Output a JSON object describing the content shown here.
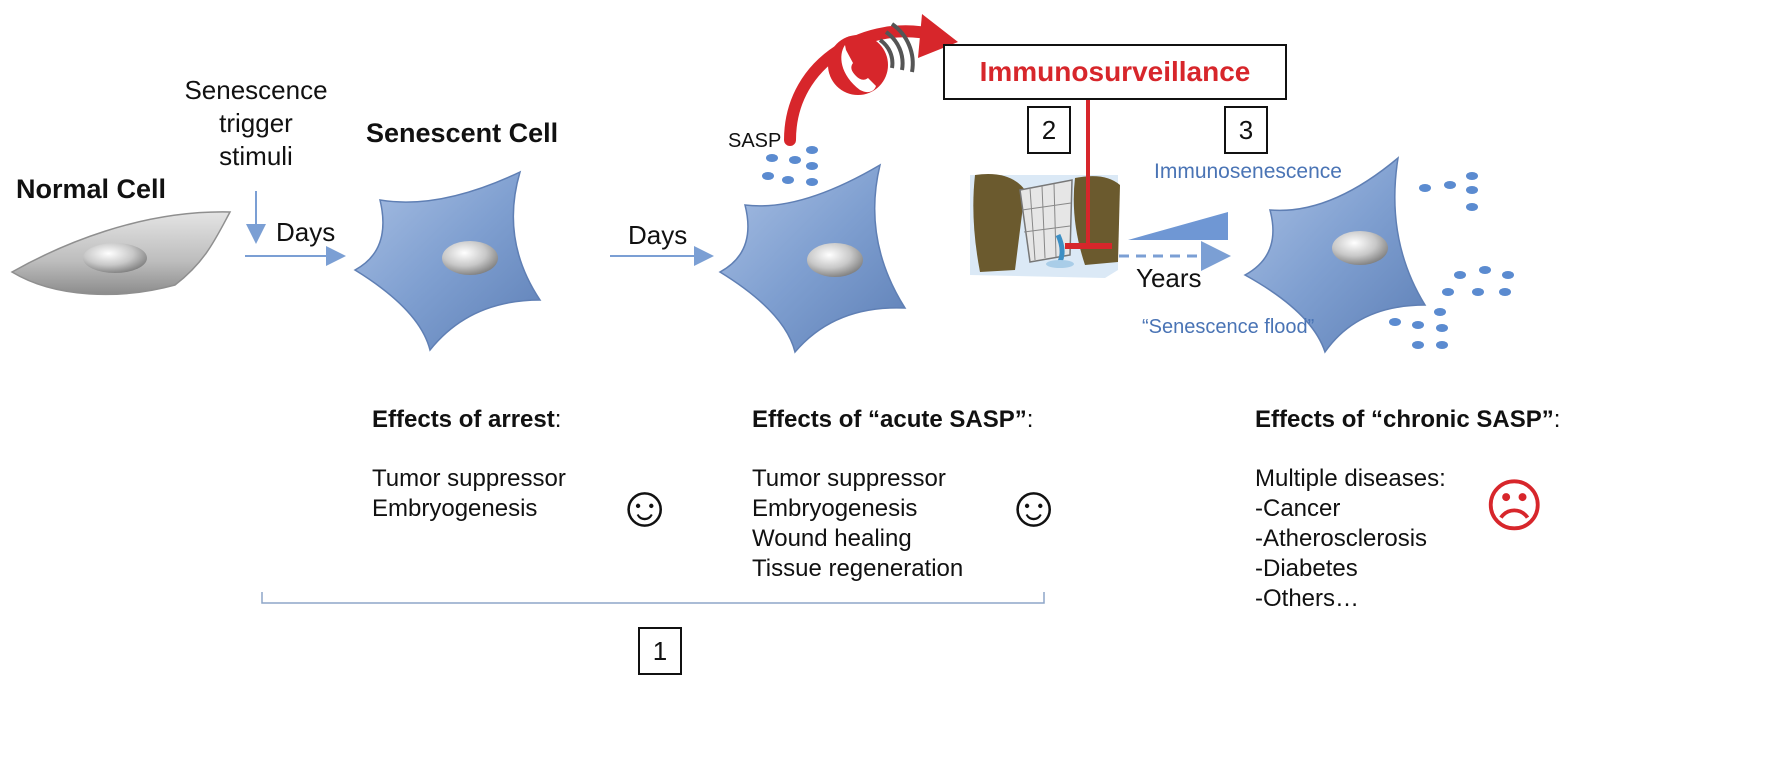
{
  "normal_cell": {
    "label": "Normal Cell"
  },
  "trigger": {
    "lines": [
      "Senescence",
      "trigger",
      "stimuli"
    ]
  },
  "senescent_cell": {
    "label": "Senescent Cell"
  },
  "arrows": {
    "days_1": "Days",
    "days_2": "Days",
    "years": "Years"
  },
  "sasp": {
    "label": "SASP"
  },
  "immunosurveillance": {
    "label": "Immunosurveillance",
    "color": "#d7262b"
  },
  "immunosenescence": {
    "label": "Immunosenescence"
  },
  "senescence_flood": {
    "label": "“Senescence flood”"
  },
  "box_numbers": {
    "one": "1",
    "two": "2",
    "three": "3"
  },
  "effects": {
    "arrest": {
      "heading": "Effects of arrest",
      "colon": ":",
      "items": [
        "Tumor suppressor",
        "Embryogenesis"
      ],
      "face": "☺"
    },
    "acute": {
      "heading": "Effects of “acute SASP”",
      "colon": ":",
      "items": [
        "Tumor suppressor",
        "Embryogenesis",
        "Wound healing",
        "Tissue regeneration"
      ],
      "face": "☺"
    },
    "chronic": {
      "heading": "Effects of “chronic SASP”",
      "colon": ":",
      "items": [
        "Multiple diseases:",
        "-Cancer",
        "-Atherosclerosis",
        "-Diabetes",
        "-Others…"
      ],
      "face": "☹",
      "face_color": "#d7262b"
    }
  },
  "colors": {
    "cell_blue": "#7f9fd0",
    "arrow_blue": "#7b9fd4",
    "dot_blue": "#5b8bd0",
    "red": "#d7262b"
  },
  "icons": [
    "telephone-icon",
    "dam-icon",
    "smiley-icon",
    "frown-icon"
  ]
}
